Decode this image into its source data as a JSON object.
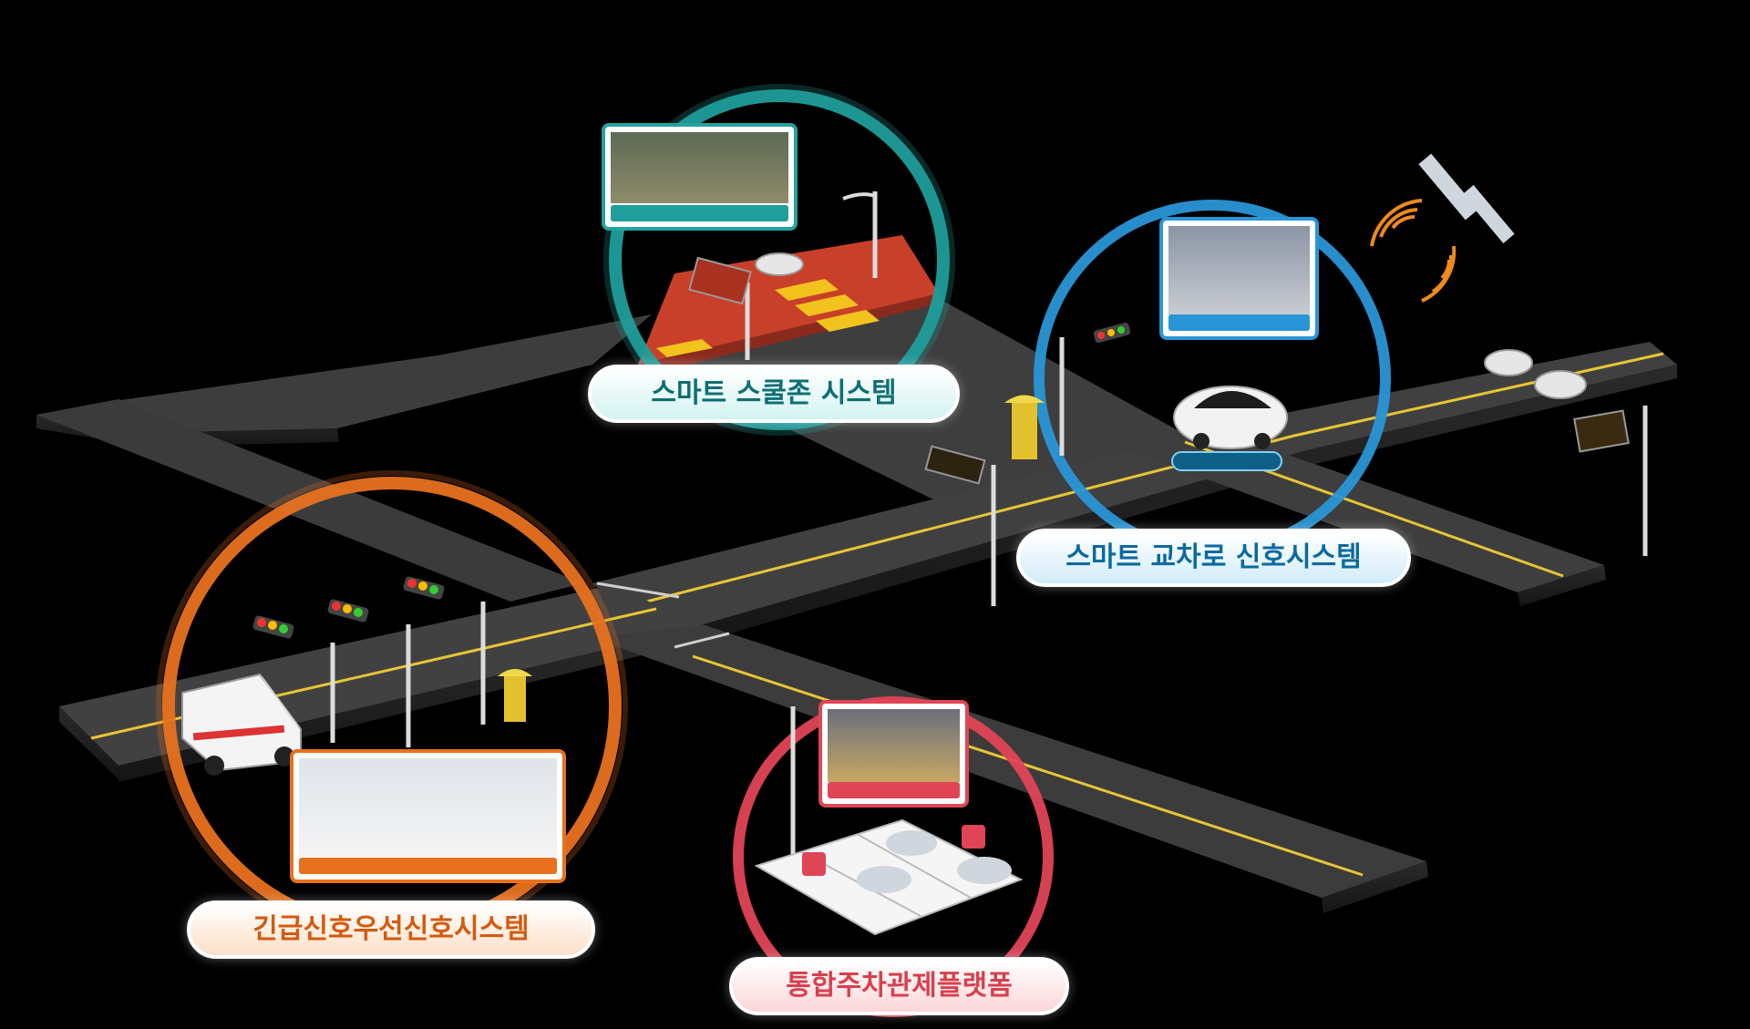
{
  "colors": {
    "background": "#000000",
    "road": "#3f3f3f",
    "lane_line": "#e8c535",
    "school_zone": "#c9402a",
    "teal": "#1f9e9b",
    "blue": "#2a95d6",
    "orange": "#e8711f",
    "red": "#e04556"
  },
  "icons": [
    "satellite-icon",
    "ambulance-icon",
    "autonomous-car-icon",
    "traffic-light-icon",
    "parking-sign-icon",
    "vms-sign-icon",
    "cctv-camera-icon"
  ],
  "labels": {
    "school_zone": "스마트 스쿨존 시스템",
    "intersection": "스마트 교차로 신호시스템",
    "emergency": "긴급신호우선신호시스템",
    "parking": "통합주차관제플랫폼"
  }
}
